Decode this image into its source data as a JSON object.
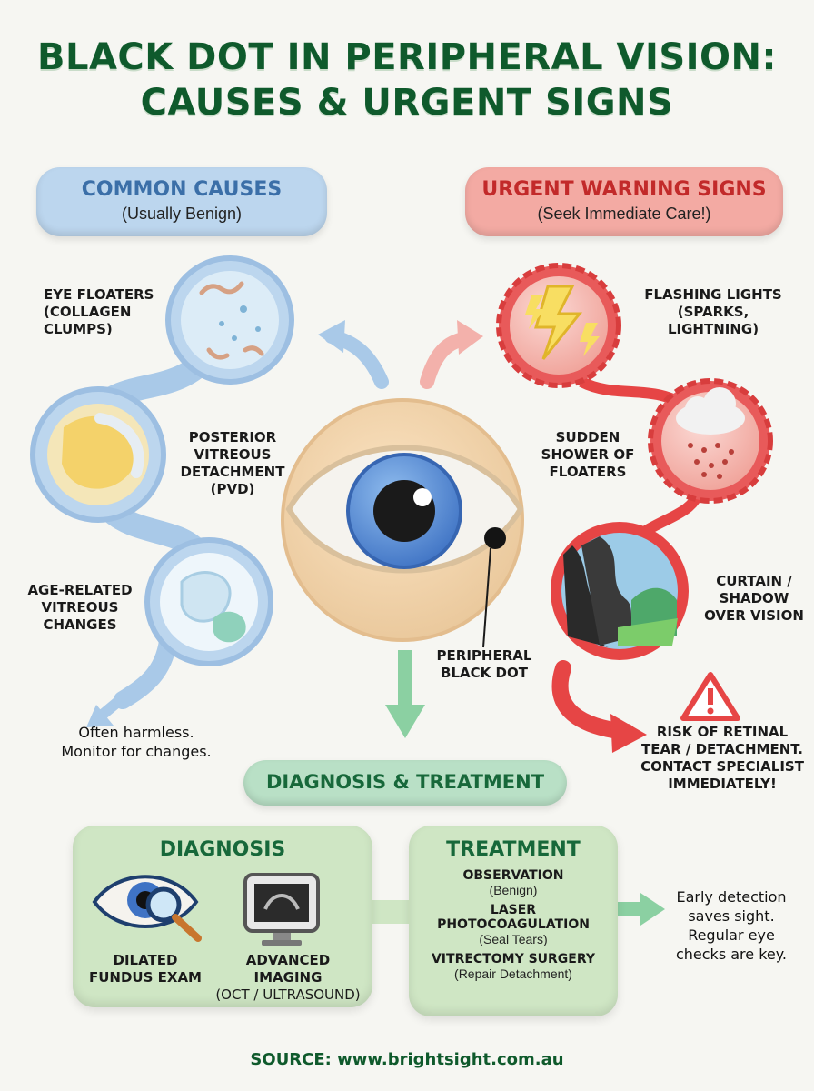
{
  "title": {
    "line1": "BLACK DOT IN PERIPHERAL VISION:",
    "line2": "CAUSES & URGENT SIGNS"
  },
  "common_causes": {
    "heading": "COMMON CAUSES",
    "subheading": "(Usually Benign)",
    "items": [
      {
        "label": [
          "EYE FLOATERS",
          "(COLLAGEN",
          "CLUMPS)"
        ],
        "icon": "floaters-icon"
      },
      {
        "label": [
          "POSTERIOR",
          "VITREOUS",
          "DETACHMENT",
          "(PVD)"
        ],
        "icon": "vitreous-detachment-icon"
      },
      {
        "label": [
          "AGE-RELATED",
          "VITREOUS",
          "CHANGES"
        ],
        "icon": "vitreous-changes-icon"
      }
    ],
    "note": [
      "Often harmless.",
      "Monitor for changes."
    ]
  },
  "urgent_signs": {
    "heading": "URGENT WARNING SIGNS",
    "subheading": "(Seek Immediate Care!)",
    "items": [
      {
        "label": [
          "FLASHING LIGHTS",
          "(SPARKS,",
          "LIGHTNING)"
        ],
        "icon": "lightning-icon"
      },
      {
        "label": [
          "SUDDEN",
          "SHOWER OF",
          "FLOATERS"
        ],
        "icon": "cloud-shower-icon"
      },
      {
        "label": [
          "CURTAIN /",
          "SHADOW",
          "OVER VISION"
        ],
        "icon": "curtain-shadow-icon"
      }
    ],
    "warning": [
      "RISK OF RETINAL",
      "TEAR / DETACHMENT.",
      "CONTACT SPECIALIST",
      "IMMEDIATELY!"
    ]
  },
  "center": {
    "label": [
      "PERIPHERAL",
      "BLACK DOT"
    ],
    "icon": "eye-icon"
  },
  "diagnosis_treatment": {
    "heading": "DIAGNOSIS & TREATMENT",
    "diagnosis": {
      "heading": "DIAGNOSIS",
      "items": [
        {
          "label": [
            "DILATED",
            "FUNDUS EXAM"
          ],
          "icon": "eye-magnifier-icon"
        },
        {
          "label": [
            "ADVANCED",
            "IMAGING",
            "(OCT / ULTRASOUND)"
          ],
          "icon": "monitor-scan-icon"
        }
      ]
    },
    "treatment": {
      "heading": "TREATMENT",
      "items": [
        {
          "name": "OBSERVATION",
          "detail": "(Benign)"
        },
        {
          "name": [
            "LASER",
            "PHOTOCOAGULATION"
          ],
          "detail": "(Seal Tears)"
        },
        {
          "name": "VITRECTOMY SURGERY",
          "detail": "(Repair Detachment)"
        }
      ]
    },
    "note": [
      "Early detection",
      "saves sight.",
      "Regular eye",
      "checks are key."
    ]
  },
  "source": "SOURCE: www.brightsight.com.au",
  "colors": {
    "green": "#0f5a2c",
    "blue": "#bcd6ee",
    "red": "#e85a5a",
    "panel_green": "#cfe6c4"
  }
}
